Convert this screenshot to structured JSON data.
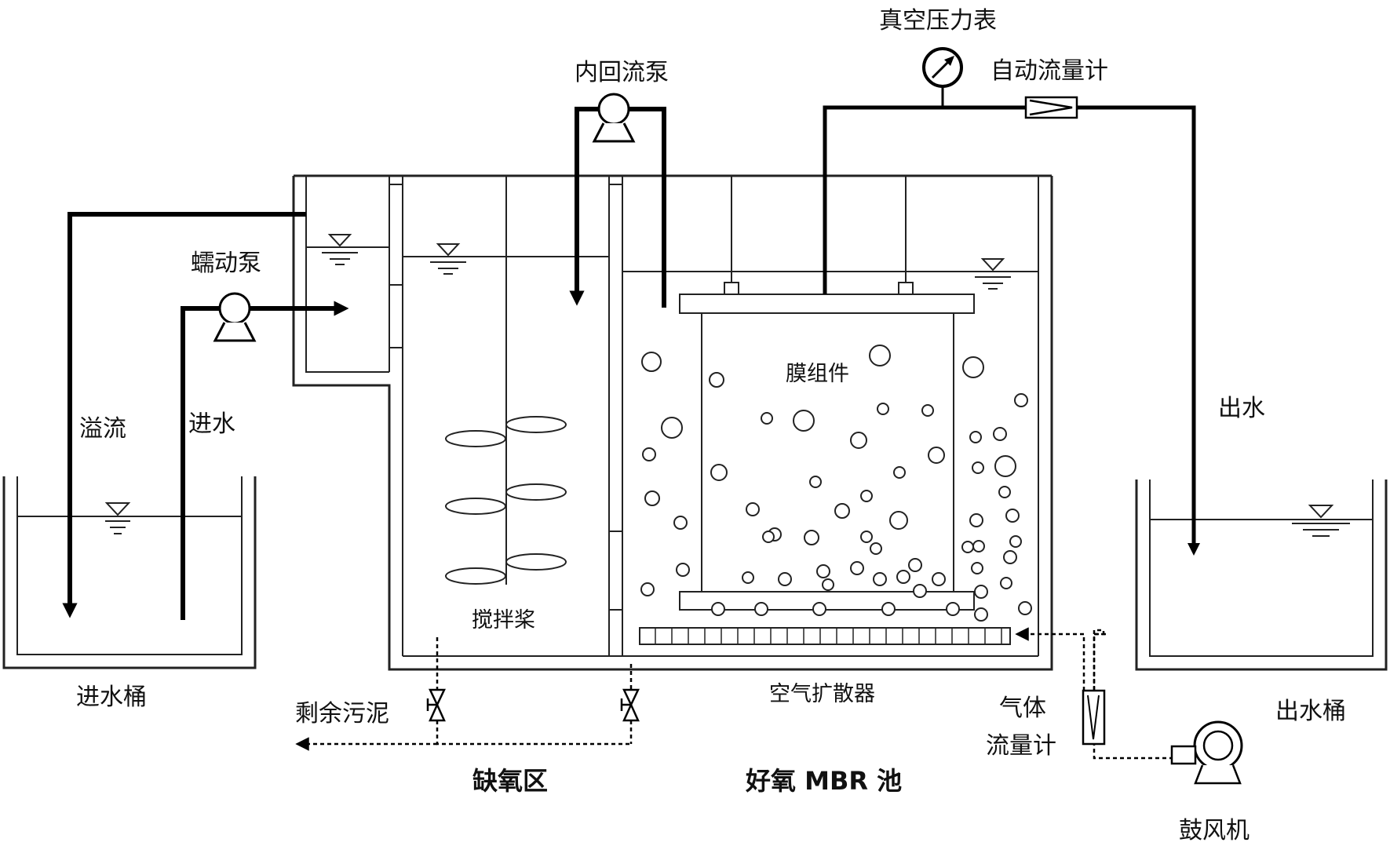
{
  "labels": {
    "vacuum_gauge": "真空压力表",
    "auto_flowmeter": "自动流量计",
    "internal_reflux_pump": "内回流泵",
    "peristaltic_pump": "蠕动泵",
    "overflow": "溢流",
    "inflow": "进水",
    "membrane_module": "膜组件",
    "outflow": "出水",
    "stirring_paddle": "搅拌桨",
    "air_diffuser": "空气扩散器",
    "excess_sludge": "剩余污泥",
    "gas_flowmeter_line1": "气体",
    "gas_flowmeter_line2": "流量计",
    "inlet_tank": "进水桶",
    "outlet_tank": "出水桶",
    "blower": "鼓风机",
    "anoxic_zone": "缺氧区",
    "aerobic_mbr": "好氧 MBR 池"
  },
  "icons": [
    "pump-icon",
    "gauge-icon",
    "flowmeter-icon",
    "valve-icon",
    "water-level-icon",
    "blower-icon"
  ]
}
